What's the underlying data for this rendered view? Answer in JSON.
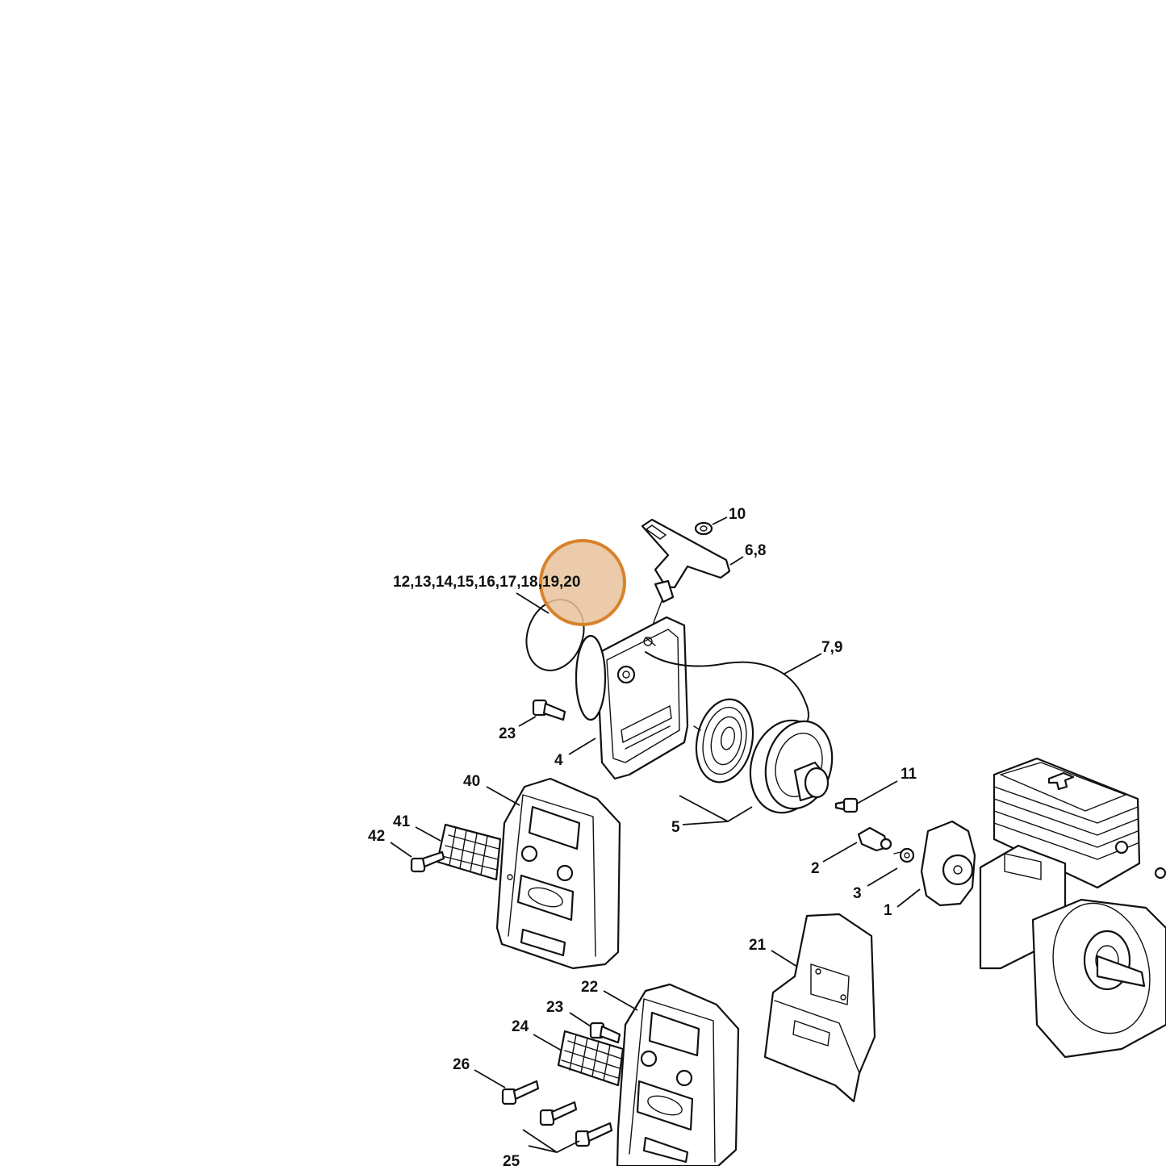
{
  "labels": {
    "l10": "10",
    "l68": "6,8",
    "l12_20": "12,13,14,15,16,17,18,19,20",
    "l79": "7,9",
    "l23a": "23",
    "l4": "4",
    "l40": "40",
    "l11": "11",
    "l41": "41",
    "l42": "42",
    "l5": "5",
    "l2": "2",
    "l3": "3",
    "l1": "1",
    "l21": "21",
    "l22": "22",
    "l23b": "23",
    "l24": "24",
    "l26": "26",
    "l25": "25"
  },
  "highlight": {
    "color": "#d9822b",
    "fill": "#e8b98a",
    "marks": "18,19,20"
  }
}
